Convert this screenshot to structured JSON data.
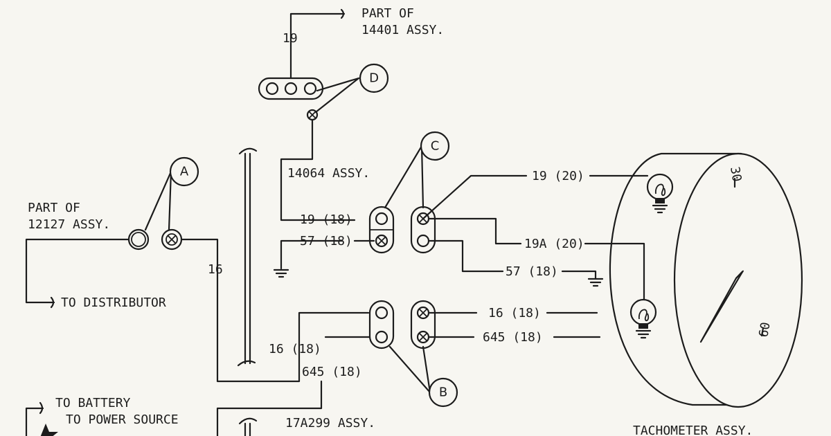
{
  "labels": {
    "part_14401_line1": "PART OF",
    "part_14401_line2": "14401 ASSY.",
    "wire_19_top": "19",
    "assy_14064": "14064 ASSY.",
    "part_12127_line1": "PART OF",
    "part_12127_line2": "12127 ASSY.",
    "to_distributor": "TO DISTRIBUTOR",
    "wire_16": "16",
    "to_battery": "TO BATTERY",
    "to_power_source": "TO POWER SOURCE",
    "assy_17a299": "17A299 ASSY.",
    "tachometer_assy": "TACHOMETER ASSY.",
    "dial_30": "30",
    "dial_60": "60"
  },
  "wires": {
    "w19_18": "19 (18)",
    "w57_18_left": "57 (18)",
    "w19_20": "19 (20)",
    "w19a_20": "19A (20)",
    "w57_18_right": "57 (18)",
    "w16_18_right": "16 (18)",
    "w645_18_right": "645 (18)",
    "w16_18_left": "16 (18)",
    "w645_18_left": "645 (18)"
  },
  "callouts": {
    "a": "A",
    "b": "B",
    "c": "C",
    "d": "D"
  }
}
